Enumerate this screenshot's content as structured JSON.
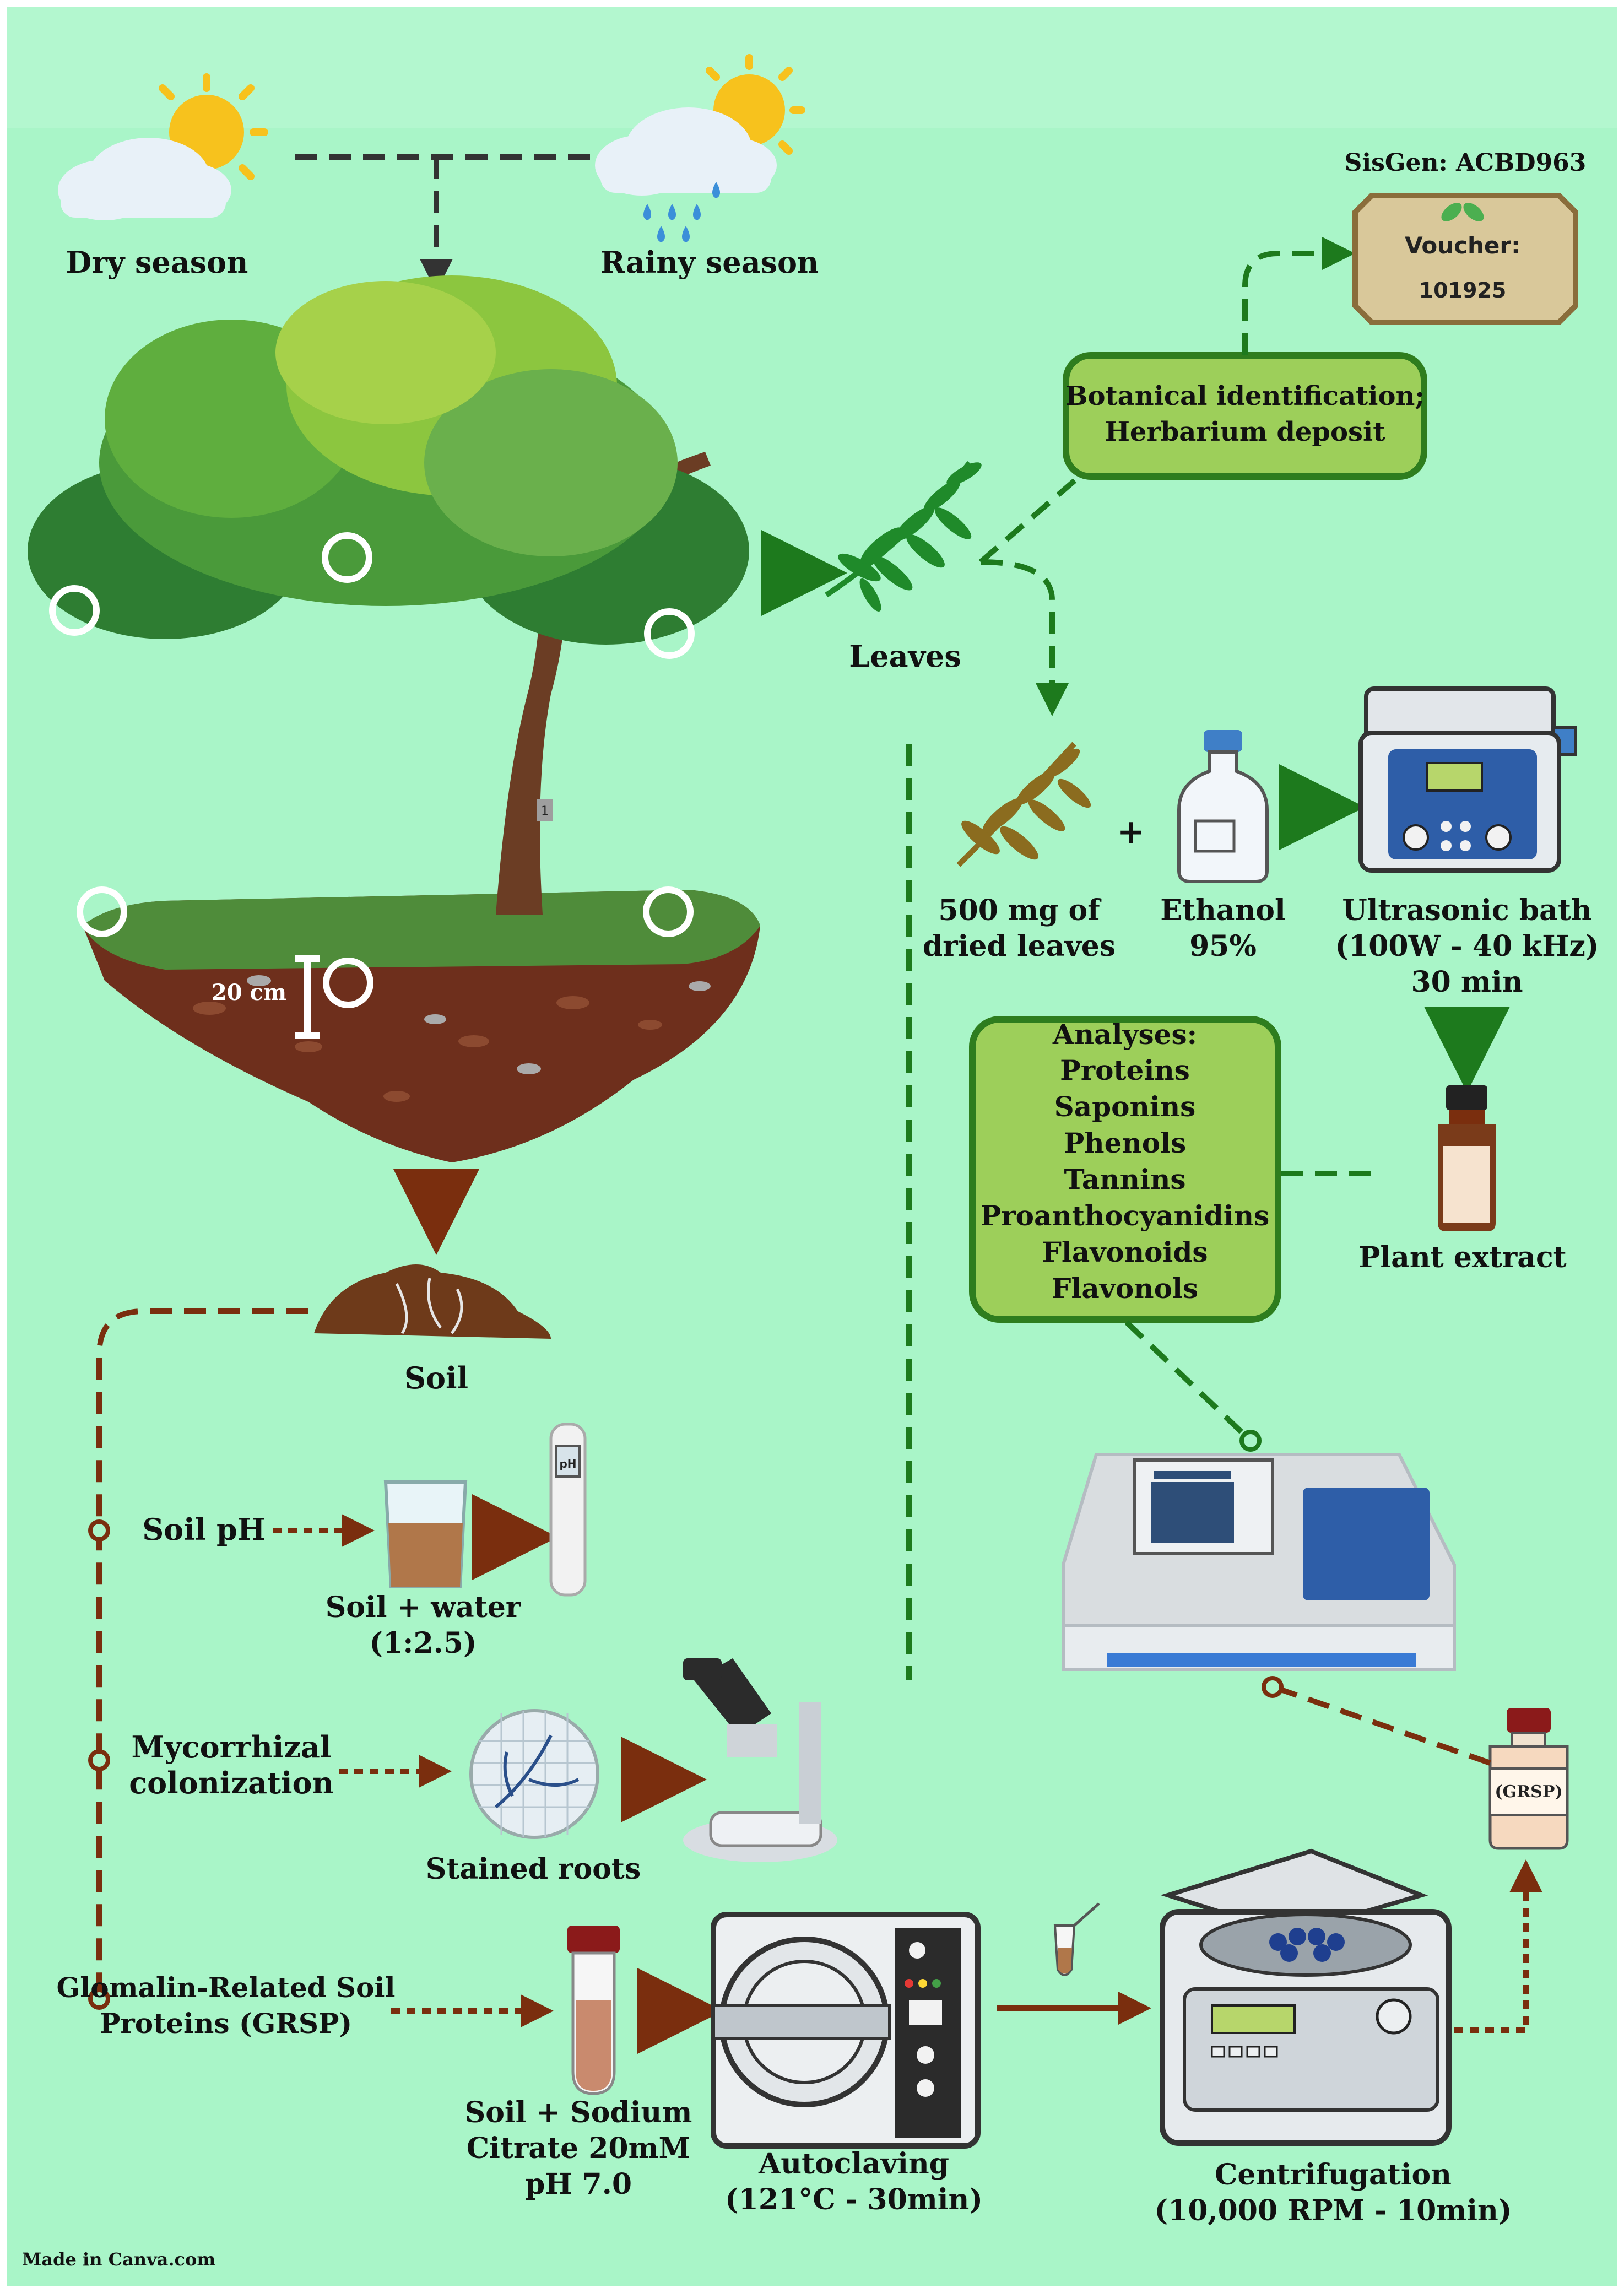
{
  "seasons": {
    "dry": "Dry season",
    "rainy": "Rainy season"
  },
  "sisgen": "SisGen: ACBD963",
  "voucher": {
    "title": "Voucher:",
    "number": "101925"
  },
  "botanical_box": {
    "line1": "Botanical identification;",
    "line2": "Herbarium deposit"
  },
  "leaves_label": "Leaves",
  "depth_label": "20 cm",
  "dried_leaves": {
    "line1": "500 mg of",
    "line2": "dried leaves"
  },
  "plus": "+",
  "ethanol": {
    "line1": "Ethanol",
    "line2": "95%"
  },
  "ultrasonic": {
    "line1": "Ultrasonic bath",
    "line2": "(100W - 40 kHz)",
    "line3": "30 min"
  },
  "analyses": {
    "title": "Analyses:",
    "items": [
      "Proteins",
      "Saponins",
      "Phenols",
      "Tannins",
      "Proanthocyanidins",
      "Flavonoids",
      "Flavonols"
    ]
  },
  "plant_extract": "Plant extract",
  "soil_label": "Soil",
  "soil_ph": {
    "label": "Soil pH",
    "mix_line1": "Soil + water",
    "mix_line2": "(1:2.5)",
    "meter_text": "pH"
  },
  "mycorrhizal": {
    "line1": "Mycorrhizal",
    "line2": "colonization",
    "stained": "Stained roots"
  },
  "grsp": {
    "line1": "Glomalin-Related Soil",
    "line2": "Proteins (GRSP)",
    "citrate_line1": "Soil + Sodium",
    "citrate_line2": "Citrate 20mM",
    "citrate_line3": "pH 7.0",
    "bottle_label": "(GRSP)"
  },
  "autoclaving": {
    "line1": "Autoclaving",
    "line2": "(121°C - 30min)"
  },
  "centrifugation": {
    "line1": "Centrifugation",
    "line2": "(10,000 RPM - 10min)"
  },
  "footer": "Made in Canva.com",
  "tree_tag": "1",
  "colors": {
    "background": "#a9f5c8",
    "green_arrow": "#1d7a1d",
    "brown_arrow": "#7a2e0e",
    "box_fill": "#9dcf5a",
    "box_border": "#2e7d1e"
  }
}
